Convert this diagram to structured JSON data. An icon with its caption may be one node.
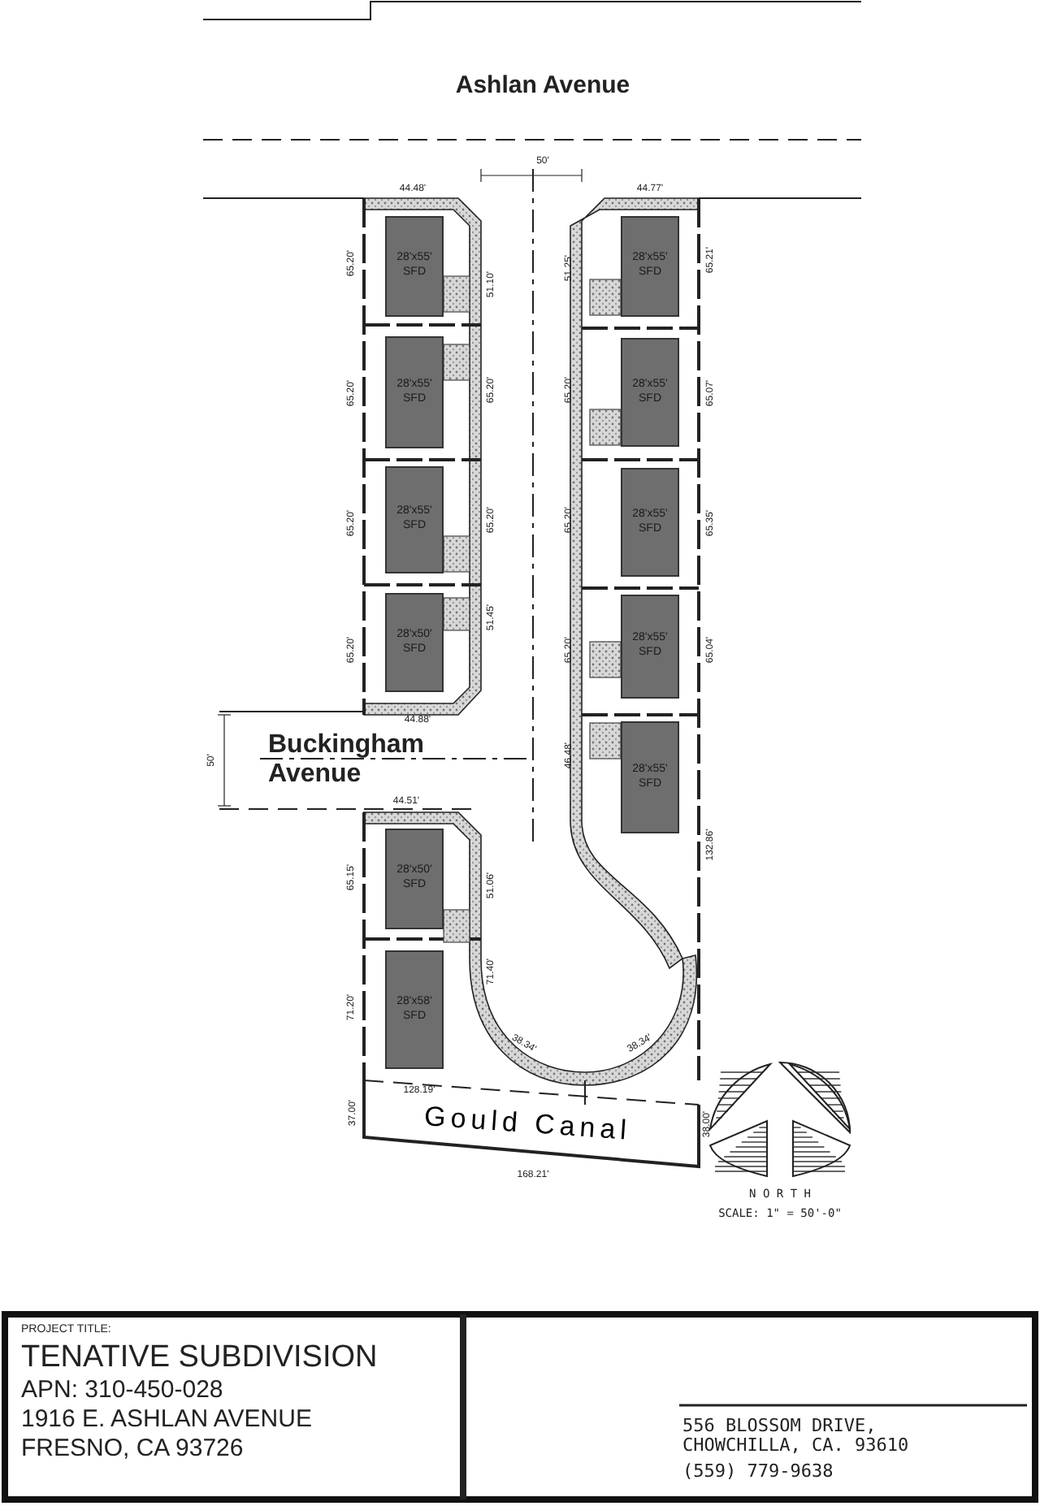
{
  "diagram": {
    "nodes": [
      {
        "text": [
          "28'x55' SFD"
        ]
      },
      {
        "text": [
          "28'x55' SFD"
        ]
      },
      {
        "text": [
          "28'x55' SFD"
        ]
      },
      {
        "text": [
          "28'x50' SFD"
        ]
      },
      {
        "text": [
          "28'x55' SFD"
        ]
      },
      {
        "text": [
          "28'x55' SFD"
        ]
      },
      {
        "text": [
          "28'x55' SFD"
        ]
      },
      {
        "text": [
          "28'x55' SFD"
        ]
      },
      {
        "text": [
          "28'x55' SFD"
        ]
      },
      {
        "text": [
          "28'x50' SFD"
        ]
      },
      {
        "text": [
          "28'x58' SFD"
        ]
      },
      {
        "text": [
          "Gould Canal"
        ]
      }
    ],
    "labels": [
      "Ashlan Avenue",
      "50'",
      "44.48'",
      "44.77'",
      "65.20'",
      "65.20'",
      "65.20'",
      "65.20'",
      "51.10'",
      "65.20'",
      "65.20'",
      "51.45'",
      "51.25'",
      "65.20'",
      "65.20'",
      "65.20'",
      "46.48'",
      "65.21'",
      "65.07'",
      "65.35'",
      "65.04'",
      "132.86'",
      "44.88'",
      "50'",
      "Buckingham Avenue",
      "44.51'",
      "65.15'",
      "71.20'",
      "51.06'",
      "71.40'",
      "38.34'",
      "38.34'",
      "128.19'",
      "37.00'",
      "38.00'",
      "168.21'",
      "N O R T H",
      "SCALE: 1\" = 50'-0\"",
      "PROJECT TITLE:",
      "TENATIVE SUBDIVISION",
      "APN: 310-450-028",
      "1916 E. ASHLAN AVENUE",
      "FRESNO, CA 93726",
      "556 BLOSSOM DRIVE, CHOWCHILLA, CA. 93610",
      "(559) 779-9638"
    ]
  }
}
